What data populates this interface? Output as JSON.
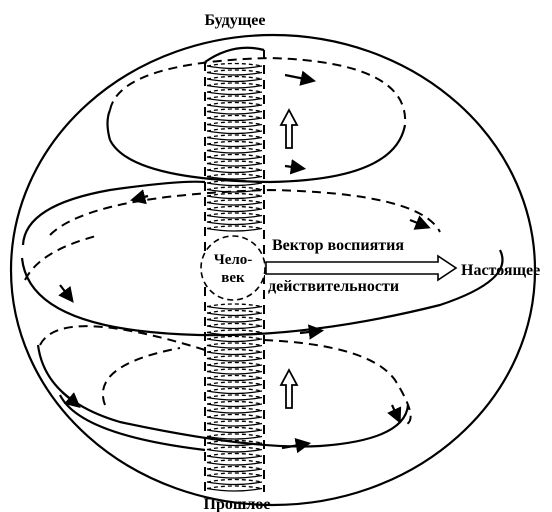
{
  "labels": {
    "future": "Будущее",
    "past": "Прошлое",
    "present": "Настоящее",
    "person_line1": "Чело-",
    "person_line2": "век",
    "vector_line1": "Вектор воспиятия",
    "vector_line2": "действительности"
  },
  "colors": {
    "ink": "#000000",
    "background": "#ffffff"
  }
}
